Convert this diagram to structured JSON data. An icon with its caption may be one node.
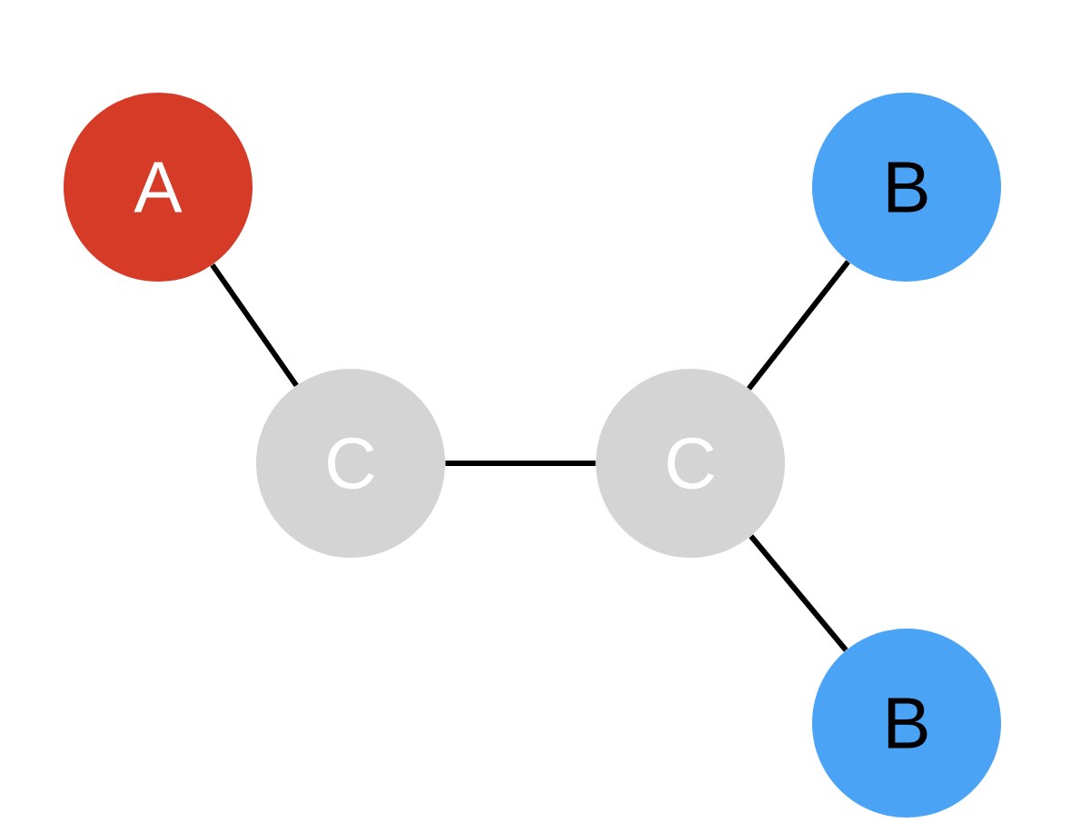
{
  "diagram": {
    "nodes": [
      {
        "text": [
          "A"
        ]
      },
      {
        "text": [
          "C"
        ]
      },
      {
        "text": [
          "C"
        ]
      },
      {
        "text": [
          "B"
        ]
      },
      {
        "text": [
          "B"
        ]
      }
    ],
    "edges": [
      {
        "from": 0,
        "to": 1,
        "arrow": "none"
      },
      {
        "from": 1,
        "to": 2,
        "arrow": "none"
      },
      {
        "from": 2,
        "to": 3,
        "arrow": "none"
      },
      {
        "from": 2,
        "to": 4,
        "arrow": "none"
      }
    ]
  }
}
